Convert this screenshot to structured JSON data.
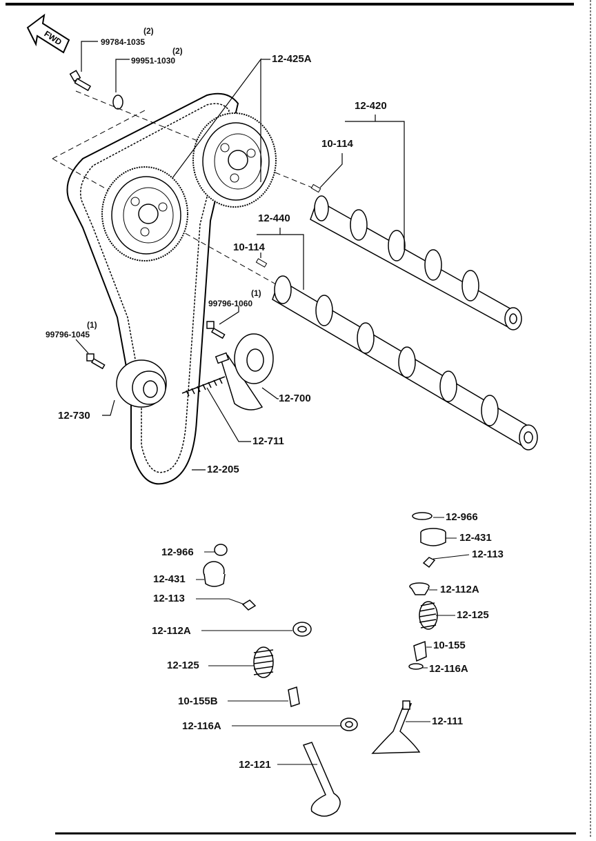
{
  "fwd_label": "FWD",
  "labels": {
    "bolt_99784": "99784-1035",
    "bolt_99784_qty": "(2)",
    "washer_99951": "99951-1030",
    "washer_99951_qty": "(2)",
    "pulley": "12-425A",
    "camshaft_upper": "12-420",
    "pin_upper": "10-114",
    "camshaft_lower": "12-440",
    "pin_lower": "10-114",
    "bolt_99796_1060": "99796-1060",
    "bolt_99796_1060_qty": "(1)",
    "bolt_99796_1045": "99796-1045",
    "bolt_99796_1045_qty": "(1)",
    "tensioner": "12-700",
    "idler": "12-730",
    "spring": "12-711",
    "belt": "12-205",
    "r_seal": "12-966",
    "r_tappet": "12-431",
    "r_key": "12-113",
    "r_retainer": "12-112A",
    "r_spring": "12-125",
    "r_guide": "10-155",
    "r_seat": "12-116A",
    "r_valve": "12-111",
    "l_seal": "12-966",
    "l_tappet": "12-431",
    "l_key": "12-113",
    "l_retainer": "12-112A",
    "l_spring": "12-125",
    "l_guide": "10-155B",
    "l_seat": "12-116A",
    "l_valve": "12-121"
  }
}
